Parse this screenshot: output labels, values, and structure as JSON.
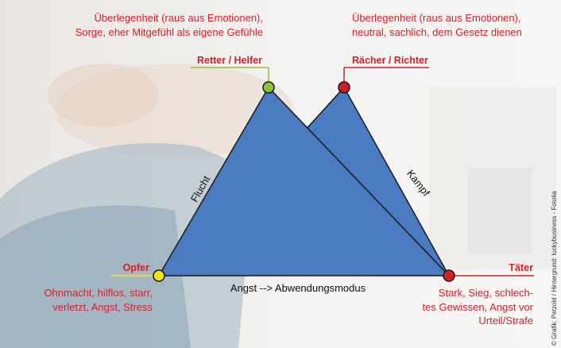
{
  "retter": {
    "description": [
      "Überlegenheit (raus aus Emotionen),",
      "Sorge, eher Mitgefühl als eigene Gefühle"
    ],
    "label": "Retter / Helfer",
    "node_color": "#8fbf3f",
    "line_color": "#8fbf3f"
  },
  "raecher": {
    "description": [
      "Überlegenheit (raus aus Emotionen),",
      "neutral, sachlich, dem Gesetz dienen"
    ],
    "label": "Rächer / Richter",
    "node_color": "#c8202a",
    "line_color": "#d4202a"
  },
  "opfer": {
    "label": "Opfer",
    "description": [
      "Ohnmacht, hilflos, starr,",
      "verletzt, Angst, Stress"
    ],
    "node_color": "#f2e21b",
    "line_color": "#f2e21b"
  },
  "taeter": {
    "label": "Täter",
    "description": [
      "Stark, Sieg, schlech-",
      "tes Gewissen, Angst vor",
      "Urteil/Strafe"
    ],
    "node_color": "#d4202a",
    "line_color": "#d4202a"
  },
  "edges": {
    "flucht": "Flucht",
    "kampf": "Kampf",
    "base": "Angst --> Abwendungsmodus"
  },
  "credit": "© Grafik: Petzold / Hintergrund: luckybusiness - Fotolia",
  "colors": {
    "triangle_fill": "#4a7ac0",
    "text_red": "#d4202a"
  }
}
